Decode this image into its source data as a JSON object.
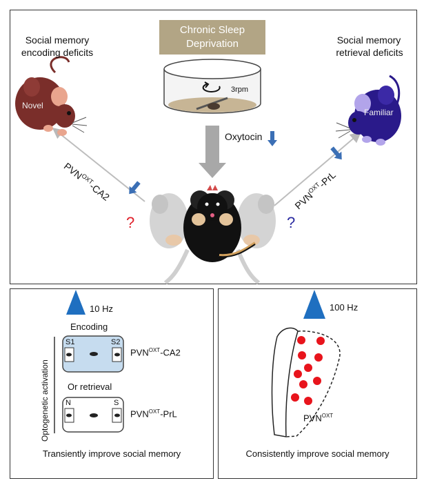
{
  "top_panel": {
    "sleep_box_line1": "Chronic Sleep",
    "sleep_box_line2": "Deprivation",
    "rpm_label": "3rpm",
    "oxytocin_label": "Oxytocin",
    "left_caption_line1": "Social memory",
    "left_caption_line2": "encoding deficits",
    "right_caption_line1": "Social memory",
    "right_caption_line2": "retrieval deficits",
    "novel_label": "Novel",
    "familiar_label": "Familiar",
    "left_pathway": {
      "prefix": "PVN",
      "superscript": "OXT",
      "suffix": "-CA2"
    },
    "right_pathway": {
      "prefix": "PVN",
      "superscript": "OXT",
      "suffix": "-PrL"
    },
    "question_mark": "?"
  },
  "bottom_left_panel": {
    "frequency": "10 Hz",
    "encoding_label": "Encoding",
    "s1_label": "S1",
    "s2_label": "S2",
    "ca2_pathway": {
      "prefix": "PVN",
      "superscript": "OXT",
      "suffix": "-CA2"
    },
    "or_retrieval_label": "Or retrieval",
    "n_label": "N",
    "s_label": "S",
    "prl_pathway": {
      "prefix": "PVN",
      "superscript": "OXT",
      "suffix": "-PrL"
    },
    "vertical_label": "Optogenetic activation",
    "caption": "Transiently improve social memory"
  },
  "bottom_right_panel": {
    "frequency": "100 Hz",
    "pvn_label": {
      "prefix": "PVN",
      "superscript": "OXT"
    },
    "caption": "Consistently improve social memory"
  },
  "colors": {
    "sleep_box": "#b2a585",
    "novel_mouse": "#7a2e2a",
    "familiar_mouse": "#2a1a8a",
    "down_arrow": "#3b6fb5",
    "light_triangle": "#1f6fc0",
    "red_dot": "#e8141c",
    "question_left": "#e0202a",
    "question_right": "#2a2aa0",
    "chamber_fill": "#c6dcef"
  }
}
